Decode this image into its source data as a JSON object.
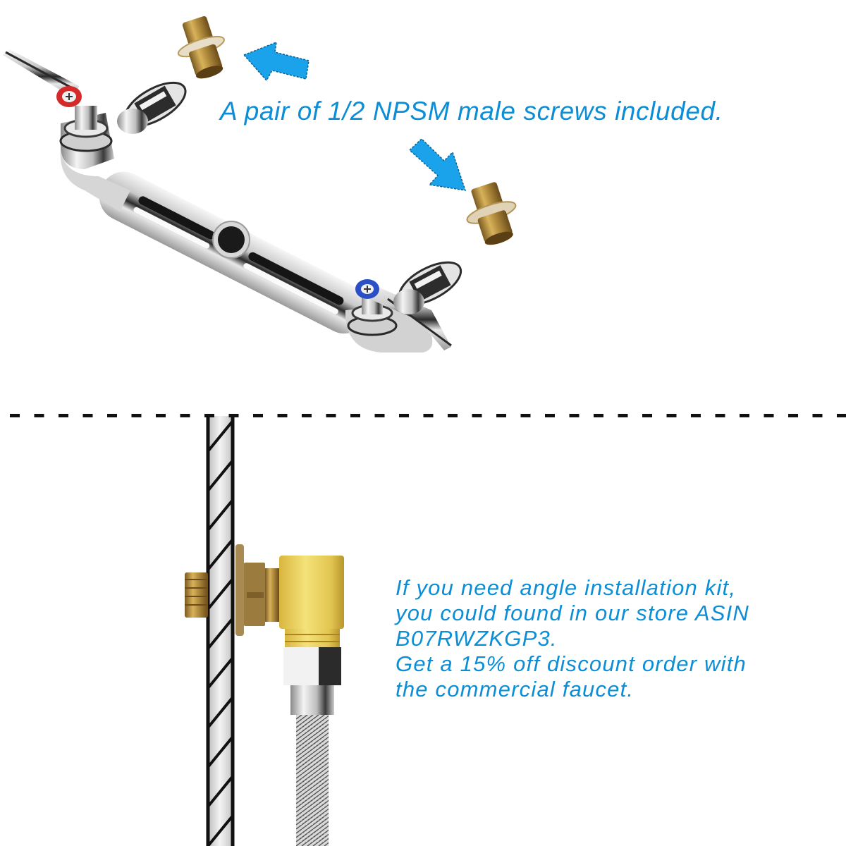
{
  "image": {
    "type": "product-infographic",
    "background": "#ffffff"
  },
  "top_section": {
    "callout": {
      "text": "A pair of 1/2 NPSM male screws included.",
      "color": "#0b8ed6"
    },
    "arrows": [
      {
        "name": "arrow-to-upper-fitting",
        "direction": "up-left",
        "color": "#1aa3ea"
      },
      {
        "name": "arrow-to-lower-fitting",
        "direction": "down-right",
        "color": "#1aa3ea"
      }
    ],
    "product": {
      "name": "wall-mount faucet base",
      "hot_handle_color": "#d42a2a",
      "cold_handle_color": "#2b4fc4",
      "fittings": [
        "brass 1/2 NPSM male screw",
        "brass 1/2 NPSM male screw"
      ]
    }
  },
  "divider": {
    "style": "dashed",
    "color": "#111111"
  },
  "bottom_section": {
    "callout": {
      "lines": [
        "If you need angle installation kit,",
        "you could found in our store ASIN",
        "B07RWZKGP3.",
        "Get a 15% off discount order with",
        "the commercial faucet."
      ],
      "color": "#0b8ed6"
    },
    "diagram": {
      "wall": "hatched wall section",
      "parts": [
        "brass nipple",
        "brass elbow",
        "hex nut",
        "braided steel supply hose"
      ]
    }
  }
}
